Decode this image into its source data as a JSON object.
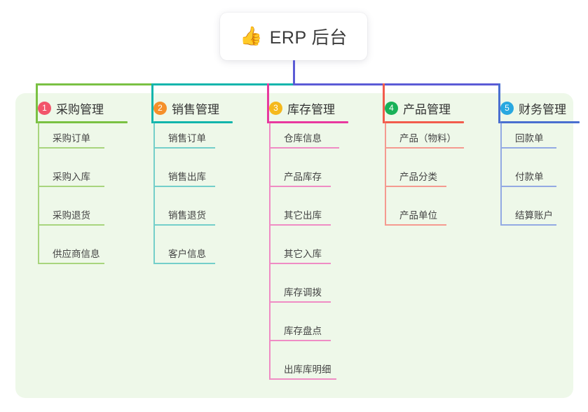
{
  "diagram": {
    "type": "mind-map",
    "background_color": "#ffffff",
    "panel_color": "#eef8e9",
    "root": {
      "icon": "thumbs-up-icon",
      "icon_glyph": "👍",
      "title": "ERP 后台",
      "card_color": "#ffffff",
      "stem_color": "#5b5bd6"
    },
    "bus_segments": [
      {
        "name": "segment-green",
        "color": "#7ac143"
      },
      {
        "name": "segment-teal",
        "color": "#12b5ac"
      },
      {
        "name": "segment-purple",
        "color": "#5b5bd6"
      }
    ],
    "branches": [
      {
        "index": "1",
        "title": "采购管理",
        "badge_color": "#f2556b",
        "line_color": "#7ac143",
        "leaf_line_color": "#a8d57e",
        "stem_color": "#7ac143",
        "items": [
          "采购订单",
          "采购入库",
          "采购退货",
          "供应商信息"
        ]
      },
      {
        "index": "2",
        "title": "销售管理",
        "badge_color": "#f5902b",
        "line_color": "#12b5ac",
        "leaf_line_color": "#74cfca",
        "stem_color": "#12b5ac",
        "items": [
          "销售订单",
          "销售出库",
          "销售退货",
          "客户信息"
        ]
      },
      {
        "index": "3",
        "title": "库存管理",
        "badge_color": "#f5b91d",
        "line_color": "#e8399f",
        "leaf_line_color": "#ef8cc4",
        "stem_color": "#e8399f",
        "items": [
          "仓库信息",
          "产品库存",
          "其它出库",
          "其它入库",
          "库存调拨",
          "库存盘点",
          "出库库明细"
        ]
      },
      {
        "index": "4",
        "title": "产品管理",
        "badge_color": "#19b158",
        "line_color": "#f25c4d",
        "leaf_line_color": "#f59a90",
        "stem_color": "#f25c4d",
        "items": [
          "产品（物料）",
          "产品分类",
          "产品单位"
        ]
      },
      {
        "index": "5",
        "title": "财务管理",
        "badge_color": "#28a8e0",
        "line_color": "#4a6fd0",
        "leaf_line_color": "#93aae3",
        "stem_color": "#4a6fd0",
        "items": [
          "回款单",
          "付款单",
          "结算账户"
        ]
      }
    ]
  }
}
